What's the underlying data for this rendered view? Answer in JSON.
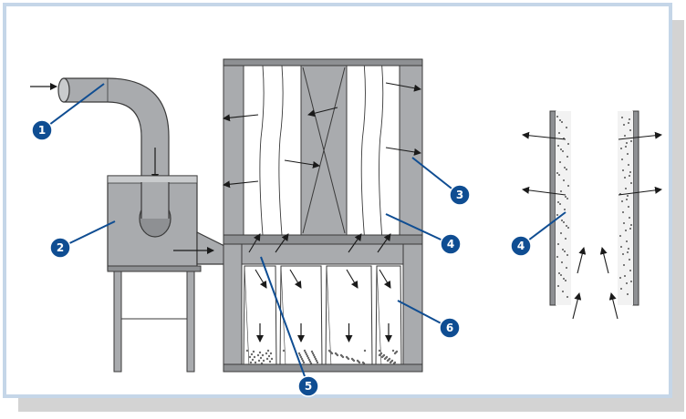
{
  "colors": {
    "frame_border": "#c5d6e8",
    "drop_shadow": "#d3d3d3",
    "metal": "#a9abae",
    "metal_light": "#c9cbcd",
    "metal_dark": "#8e9093",
    "outline": "#3a3a3a",
    "callout_fill": "#0f4d92",
    "callout_line": "#0f4d92"
  },
  "callouts": [
    {
      "id": "1",
      "label": "1",
      "target": "inlet-duct"
    },
    {
      "id": "2",
      "label": "2",
      "target": "pre-separator"
    },
    {
      "id": "3",
      "label": "3",
      "target": "clean-air-plenum"
    },
    {
      "id": "4a",
      "label": "4",
      "target": "filter-bags"
    },
    {
      "id": "5",
      "label": "5",
      "target": "tube-sheet"
    },
    {
      "id": "6",
      "label": "6",
      "target": "collection-hopper"
    },
    {
      "id": "4b",
      "label": "4",
      "target": "filter-bag-detail"
    }
  ]
}
